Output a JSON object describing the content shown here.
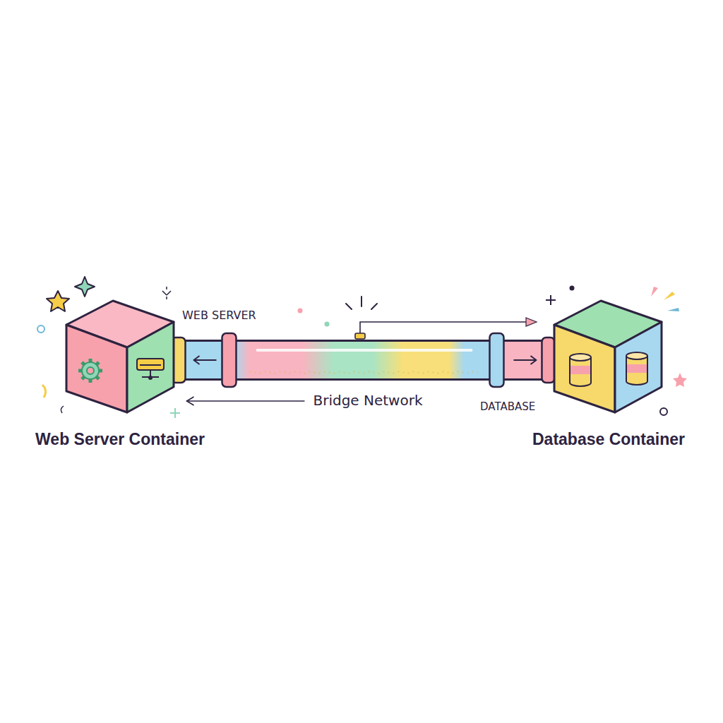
{
  "diagram": {
    "nodes": [
      {
        "text": [
          "Web Server Container"
        ]
      },
      {
        "text": [
          "Database Container"
        ]
      }
    ],
    "edges": [
      {
        "from": 0,
        "to": 1,
        "arrow": "both",
        "label": "Bridge Network"
      }
    ],
    "labels": [
      "WEB SERVER",
      "DATABASE"
    ]
  }
}
